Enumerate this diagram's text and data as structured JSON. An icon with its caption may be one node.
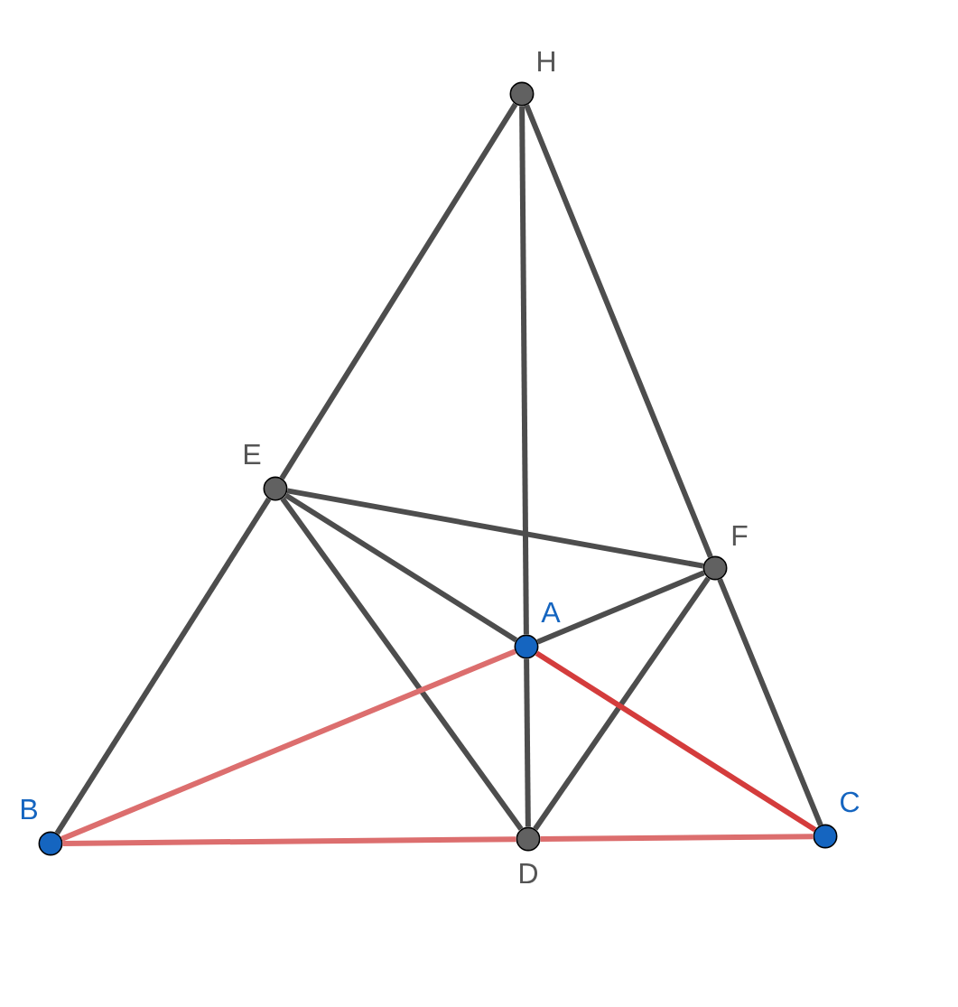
{
  "diagram": {
    "nodes": [
      {
        "text": [
          "H"
        ]
      },
      {
        "text": [
          "E"
        ]
      },
      {
        "text": [
          "F"
        ]
      },
      {
        "text": [
          "A"
        ]
      },
      {
        "text": [
          "B"
        ]
      },
      {
        "text": [
          "D"
        ]
      },
      {
        "text": [
          "C"
        ]
      }
    ],
    "edges": [
      {
        "from": 0,
        "to": 1,
        "arrow": "none"
      },
      {
        "from": 1,
        "to": 4,
        "arrow": "none"
      },
      {
        "from": 0,
        "to": 3,
        "arrow": "none"
      },
      {
        "from": 3,
        "to": 5,
        "arrow": "none"
      },
      {
        "from": 0,
        "to": 2,
        "arrow": "none"
      },
      {
        "from": 2,
        "to": 6,
        "arrow": "none"
      },
      {
        "from": 1,
        "to": 2,
        "arrow": "none"
      },
      {
        "from": 1,
        "to": 3,
        "arrow": "none"
      },
      {
        "from": 1,
        "to": 5,
        "arrow": "none"
      },
      {
        "from": 3,
        "to": 2,
        "arrow": "none"
      },
      {
        "from": 2,
        "to": 5,
        "arrow": "none"
      },
      {
        "from": 4,
        "to": 3,
        "arrow": "none",
        "color": "#dc6e6e"
      },
      {
        "from": 3,
        "to": 6,
        "arrow": "none",
        "color": "#d43c3c"
      },
      {
        "from": 4,
        "to": 5,
        "arrow": "none",
        "color": "#dc6e6e"
      },
      {
        "from": 5,
        "to": 6,
        "arrow": "none",
        "color": "#dc6e6e"
      }
    ]
  }
}
